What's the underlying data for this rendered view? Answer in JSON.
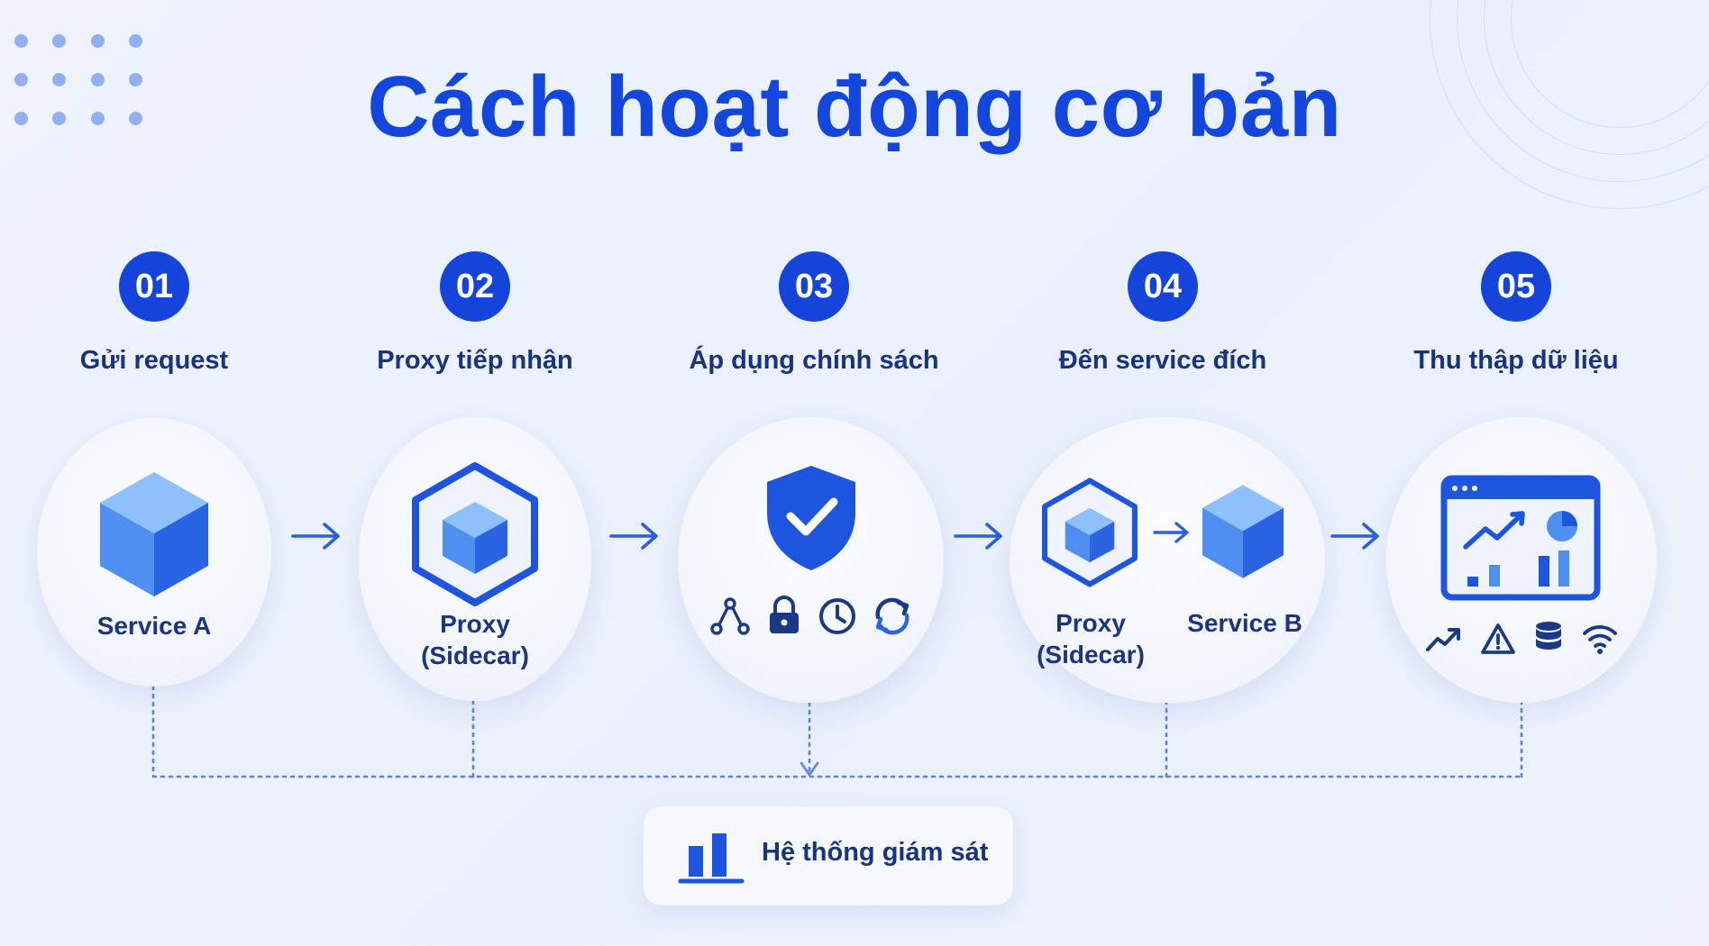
{
  "title": "Cách hoạt động cơ bản",
  "steps": [
    {
      "number": "01",
      "label": "Gửi request",
      "node_labels": [
        "Service A"
      ]
    },
    {
      "number": "02",
      "label": "Proxy tiếp nhận",
      "node_labels": [
        "Proxy\n(Sidecar)"
      ]
    },
    {
      "number": "03",
      "label": "Áp dụng chính sách",
      "node_labels": [],
      "policy_icons": [
        "routing-icon",
        "lock-icon",
        "clock-icon",
        "retry-icon"
      ]
    },
    {
      "number": "04",
      "label": "Đến service đích",
      "node_labels": [
        "Proxy\n(Sidecar)",
        "Service B"
      ]
    },
    {
      "number": "05",
      "label": "Thu thập dữ liệu",
      "node_labels": [],
      "metric_icons": [
        "trend-icon",
        "warning-icon",
        "database-icon",
        "wifi-icon"
      ]
    }
  ],
  "monitoring": {
    "label": "Hệ thống giám sát",
    "icon": "bar-chart-icon"
  },
  "colors": {
    "accent": "#1444d9",
    "title": "#1346dc",
    "text": "#17347c",
    "cube_light": "#62a0f5",
    "cube_dark": "#1f5fe0",
    "background": "#edf2fd"
  }
}
